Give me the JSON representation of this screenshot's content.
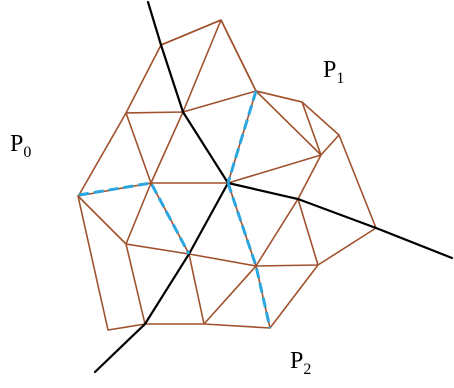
{
  "figure": {
    "partitions": [
      {
        "id": "p0",
        "label": "P",
        "subscript": "0"
      },
      {
        "id": "p1",
        "label": "P",
        "subscript": "1"
      },
      {
        "id": "p2",
        "label": "P",
        "subscript": "2"
      }
    ]
  },
  "colors": {
    "mesh_edge": "#a0522d",
    "partition_boundary": "#000000",
    "dual_interface": "#2aa6e0",
    "background": "#ffffff"
  }
}
